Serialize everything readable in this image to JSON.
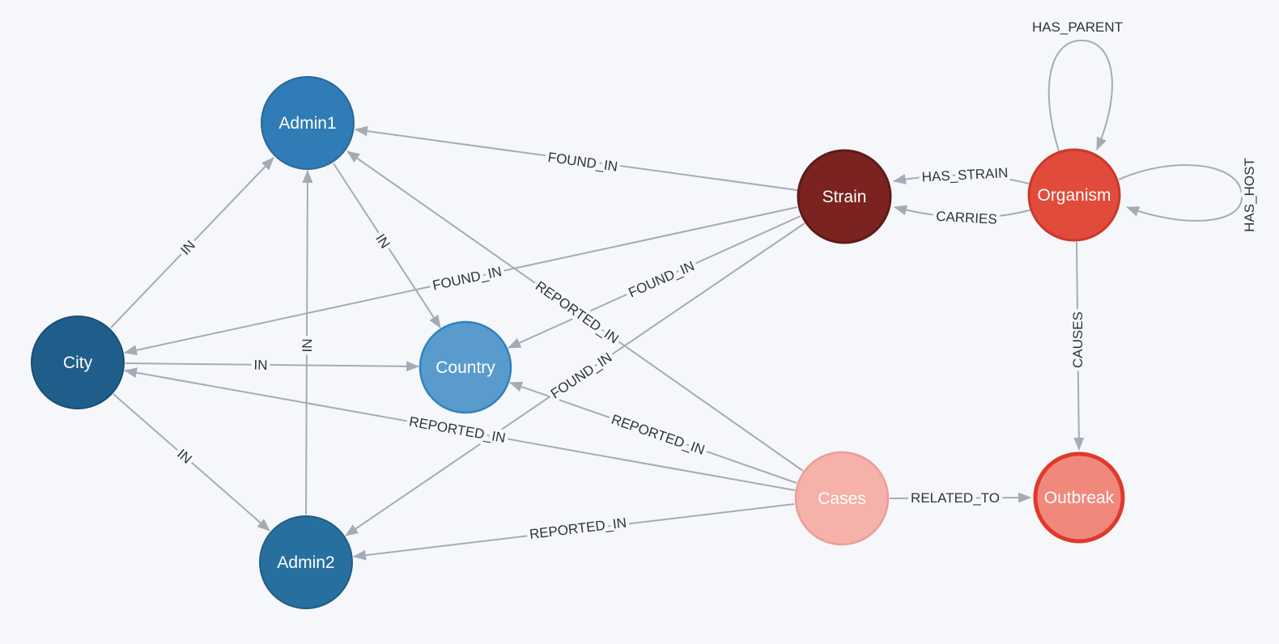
{
  "canvas": {
    "background": "#F6F7FA",
    "edge_color": "#A5ABB6",
    "edge_label_color": "#2f3338"
  },
  "graph": {
    "nodes": [
      {
        "id": "admin1",
        "label": "Admin1",
        "color": "#2f7cb6",
        "border": "#28679a",
        "text_color": "#ffffff"
      },
      {
        "id": "city",
        "label": "City",
        "color": "#1f5e8a",
        "border": "#194e74",
        "text_color": "#ffffff"
      },
      {
        "id": "country",
        "label": "Country",
        "color": "#5a9bce",
        "border": "#3182bd",
        "text_color": "#ffffff"
      },
      {
        "id": "admin2",
        "label": "Admin2",
        "color": "#276f9e",
        "border": "#205d85",
        "text_color": "#ffffff"
      },
      {
        "id": "strain",
        "label": "Strain",
        "color": "#7a2321",
        "border": "#5e1b19",
        "text_color": "#ffffff"
      },
      {
        "id": "cases",
        "label": "Cases",
        "color": "#f5b1aa",
        "border": "#eb9e95",
        "text_color": "#ffffff"
      },
      {
        "id": "organism",
        "label": "Organism",
        "color": "#e14b3b",
        "border": "#c9392b",
        "text_color": "#ffffff"
      },
      {
        "id": "outbreak",
        "label": "Outbreak",
        "color": "#f0897c",
        "border": "#e0392c",
        "text_color": "#ffffff"
      }
    ],
    "edges": [
      {
        "from": "City",
        "to": "Admin1",
        "label": "IN"
      },
      {
        "from": "City",
        "to": "Country",
        "label": "IN"
      },
      {
        "from": "City",
        "to": "Admin2",
        "label": "IN"
      },
      {
        "from": "Admin1",
        "to": "Country",
        "label": "IN"
      },
      {
        "from": "Admin2",
        "to": "Admin1",
        "label": "IN"
      },
      {
        "from": "Strain",
        "to": "Admin1",
        "label": "FOUND_IN"
      },
      {
        "from": "Strain",
        "to": "City",
        "label": "FOUND_IN"
      },
      {
        "from": "Strain",
        "to": "Country",
        "label": "FOUND_IN"
      },
      {
        "from": "Strain",
        "to": "Admin2",
        "label": "FOUND_IN"
      },
      {
        "from": "Cases",
        "to": "Admin1",
        "label": "REPORTED_IN"
      },
      {
        "from": "Cases",
        "to": "City",
        "label": "REPORTED_IN"
      },
      {
        "from": "Cases",
        "to": "Country",
        "label": "REPORTED_IN"
      },
      {
        "from": "Cases",
        "to": "Admin2",
        "label": "REPORTED_IN"
      },
      {
        "from": "Cases",
        "to": "Outbreak",
        "label": "RELATED_TO"
      },
      {
        "from": "Organism",
        "to": "Strain",
        "label": "HAS_STRAIN"
      },
      {
        "from": "Organism",
        "to": "Strain",
        "label": "CARRIES"
      },
      {
        "from": "Organism",
        "to": "Organism",
        "label": "HAS_PARENT"
      },
      {
        "from": "Organism",
        "to": "Organism",
        "label": "HAS_HOST"
      },
      {
        "from": "Organism",
        "to": "Outbreak",
        "label": "CAUSES"
      }
    ]
  }
}
